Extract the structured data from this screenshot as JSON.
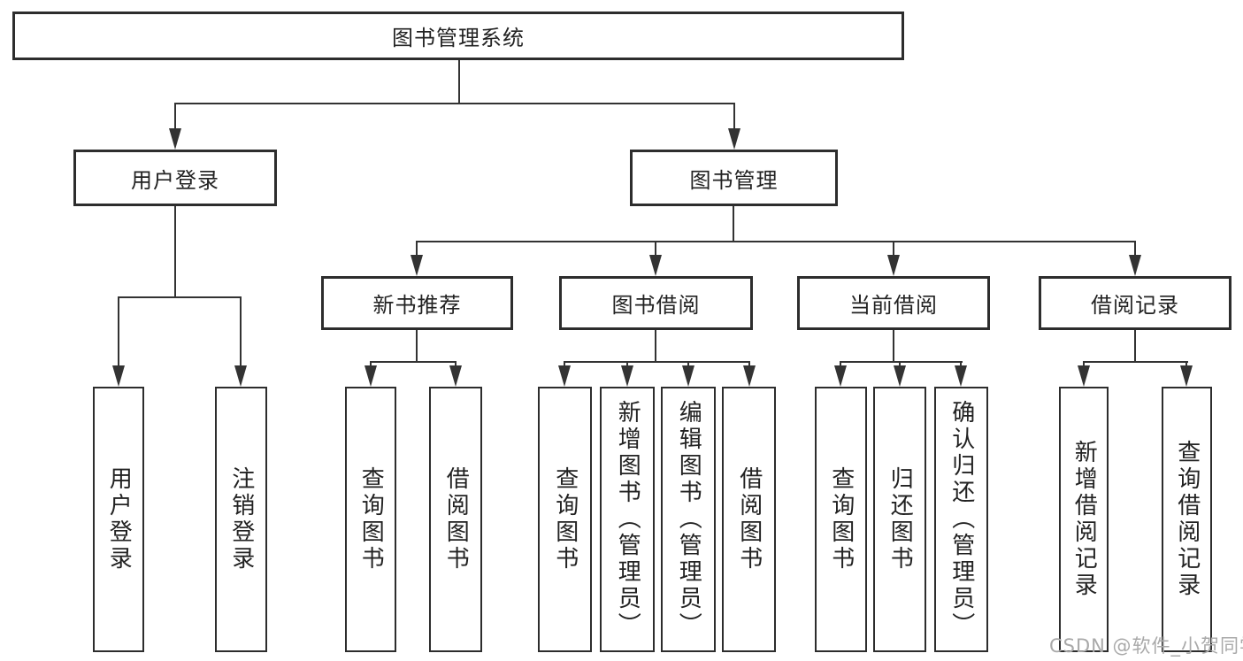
{
  "diagram": {
    "title": "图书管理系统",
    "tree": {
      "label": "图书管理系统",
      "children": [
        {
          "label": "用户登录",
          "children": [
            {
              "label": "用户登录"
            },
            {
              "label": "注销登录"
            }
          ]
        },
        {
          "label": "图书管理",
          "children": [
            {
              "label": "新书推荐",
              "children": [
                {
                  "label": "查询图书"
                },
                {
                  "label": "借阅图书"
                }
              ]
            },
            {
              "label": "图书借阅",
              "children": [
                {
                  "label": "查询图书"
                },
                {
                  "label": "新增图书（管理员）"
                },
                {
                  "label": "编辑图书（管理员）"
                },
                {
                  "label": "借阅图书"
                }
              ]
            },
            {
              "label": "当前借阅",
              "children": [
                {
                  "label": "查询图书"
                },
                {
                  "label": "归还图书"
                },
                {
                  "label": "确认归还（管理员）"
                }
              ]
            },
            {
              "label": "借阅记录",
              "children": [
                {
                  "label": "新增借阅记录"
                },
                {
                  "label": "查询借阅记录"
                }
              ]
            }
          ]
        }
      ]
    }
  },
  "watermark": {
    "text": "CSDN @软件_小贺同学"
  },
  "colors": {
    "line": "#333333",
    "box_border": "#2d2d2d",
    "text": "#222222",
    "watermark": "#a9a9a9",
    "background": "#ffffff"
  }
}
